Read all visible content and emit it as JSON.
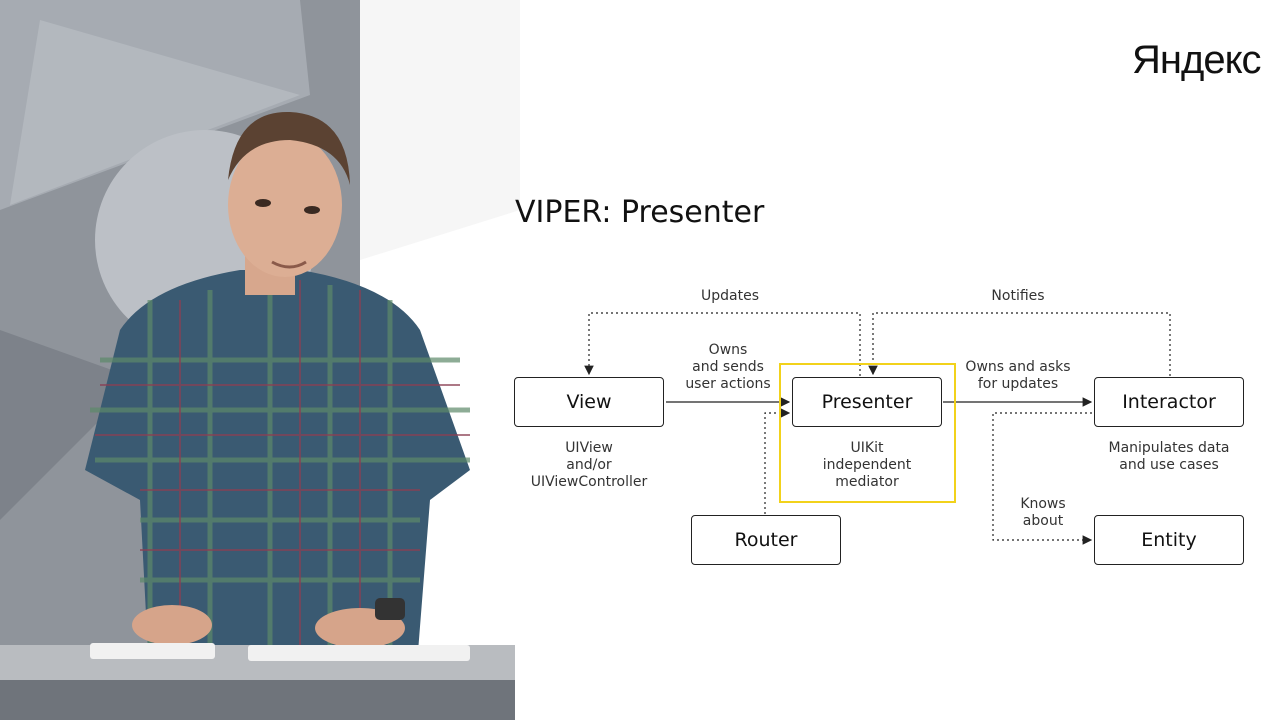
{
  "brand": {
    "logo_text": "Яндекс"
  },
  "slide": {
    "title": "VIPER: Presenter"
  },
  "diagram": {
    "boxes": {
      "view": "View",
      "presenter": "Presenter",
      "interactor": "Interactor",
      "router": "Router",
      "entity": "Entity"
    },
    "edges": {
      "updates": "Updates",
      "notifies": "Notifies",
      "owns_sends_1": "Owns",
      "owns_sends_2": "and sends",
      "owns_sends_3": "user actions",
      "owns_asks_1": "Owns and asks",
      "owns_asks_2": "for updates",
      "knows_1": "Knows",
      "knows_2": "about"
    },
    "notes": {
      "view_1": "UIView",
      "view_2": "and/or",
      "view_3": "UIViewController",
      "presenter_1": "UIKit",
      "presenter_2": "independent",
      "presenter_3": "mediator",
      "interactor_1": "Manipulates data",
      "interactor_2": "and use cases"
    },
    "highlight_color": "#f2d21b"
  }
}
